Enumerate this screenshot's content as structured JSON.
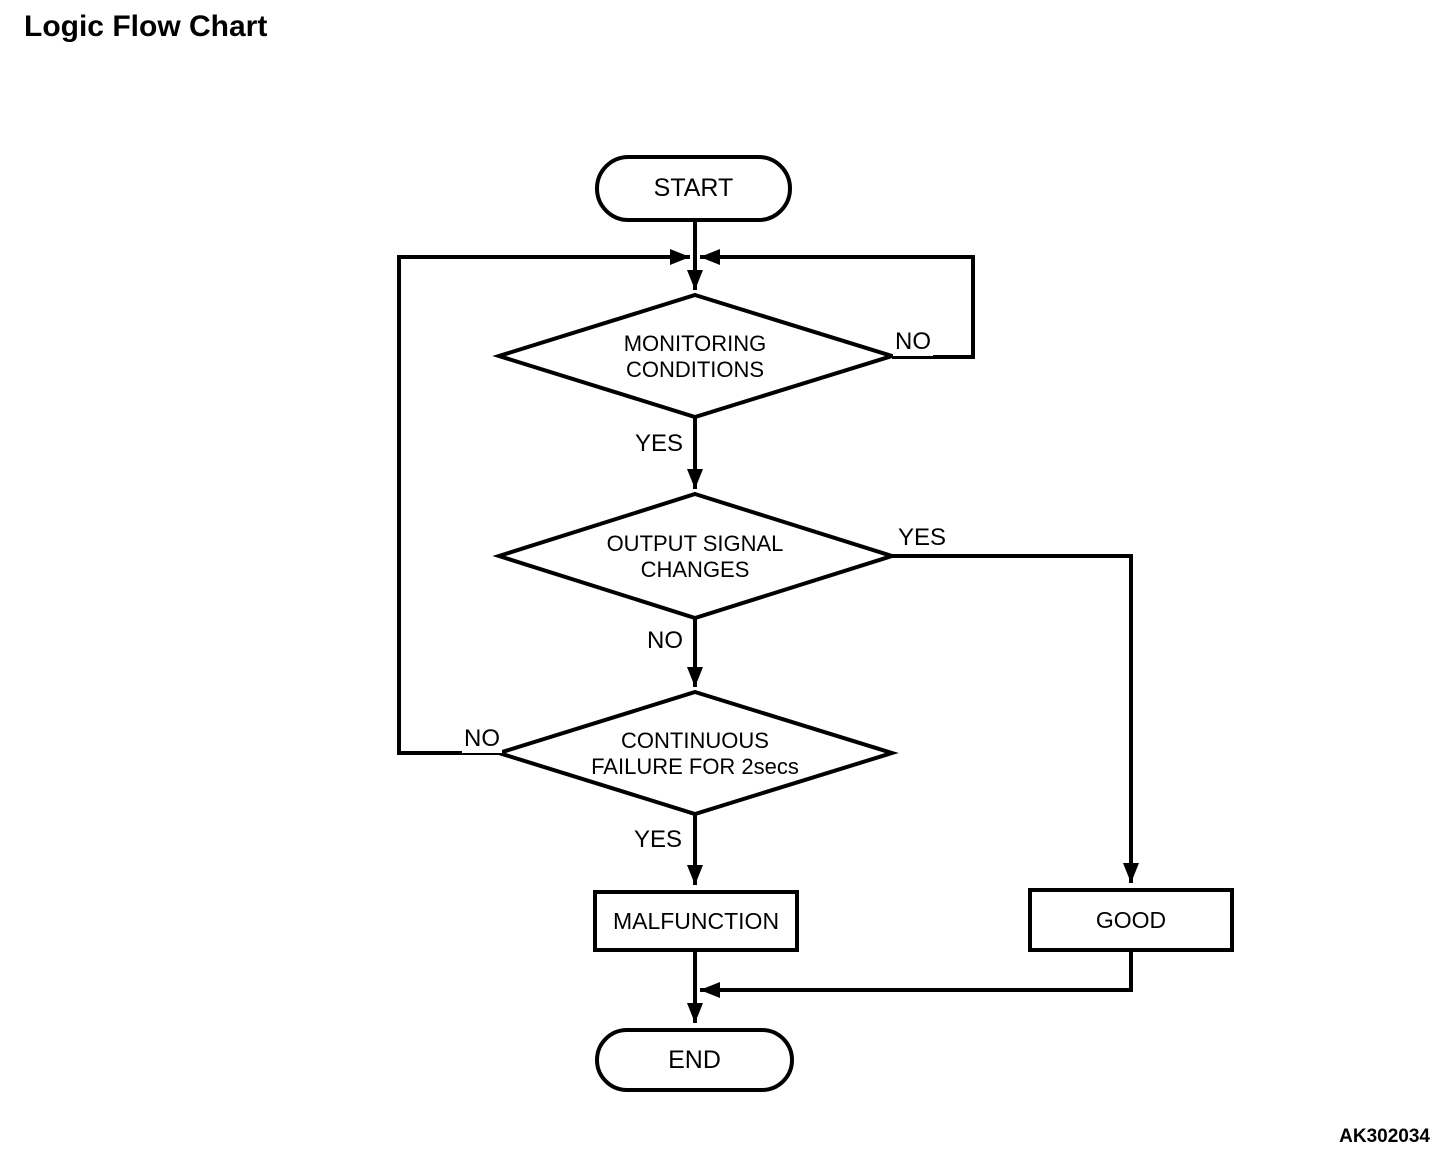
{
  "title": "Logic Flow Chart",
  "figure_code": "AK302034",
  "nodes": {
    "start": {
      "label": "START",
      "type": "terminator"
    },
    "monitoring_conditions": {
      "type": "decision",
      "lines": [
        "MONITORING",
        "CONDITIONS"
      ]
    },
    "output_signal_changes": {
      "type": "decision",
      "lines": [
        "OUTPUT SIGNAL",
        "CHANGES"
      ]
    },
    "continuous_failure": {
      "type": "decision",
      "lines": [
        "CONTINUOUS",
        "FAILURE FOR 2secs"
      ]
    },
    "malfunction": {
      "label": "MALFUNCTION",
      "type": "process"
    },
    "good": {
      "label": "GOOD",
      "type": "process"
    },
    "end": {
      "label": "END",
      "type": "terminator"
    }
  },
  "edge_labels": {
    "monitoring_no": "NO",
    "monitoring_yes": "YES",
    "output_yes": "YES",
    "output_no": "NO",
    "continuous_no": "NO",
    "continuous_yes": "YES"
  },
  "edges": [
    {
      "from": "start",
      "to": "monitoring_conditions",
      "label": ""
    },
    {
      "from": "monitoring_conditions",
      "to": "top_junction",
      "label": "NO"
    },
    {
      "from": "monitoring_conditions",
      "to": "output_signal_changes",
      "label": "YES"
    },
    {
      "from": "output_signal_changes",
      "to": "good",
      "label": "YES"
    },
    {
      "from": "output_signal_changes",
      "to": "continuous_failure",
      "label": "NO"
    },
    {
      "from": "continuous_failure",
      "to": "top_junction",
      "label": "NO"
    },
    {
      "from": "continuous_failure",
      "to": "malfunction",
      "label": "YES"
    },
    {
      "from": "malfunction",
      "to": "end",
      "label": ""
    },
    {
      "from": "good",
      "to": "end",
      "label": ""
    }
  ],
  "colors": {
    "line": "#000000",
    "text": "#000000",
    "background": "#ffffff"
  }
}
